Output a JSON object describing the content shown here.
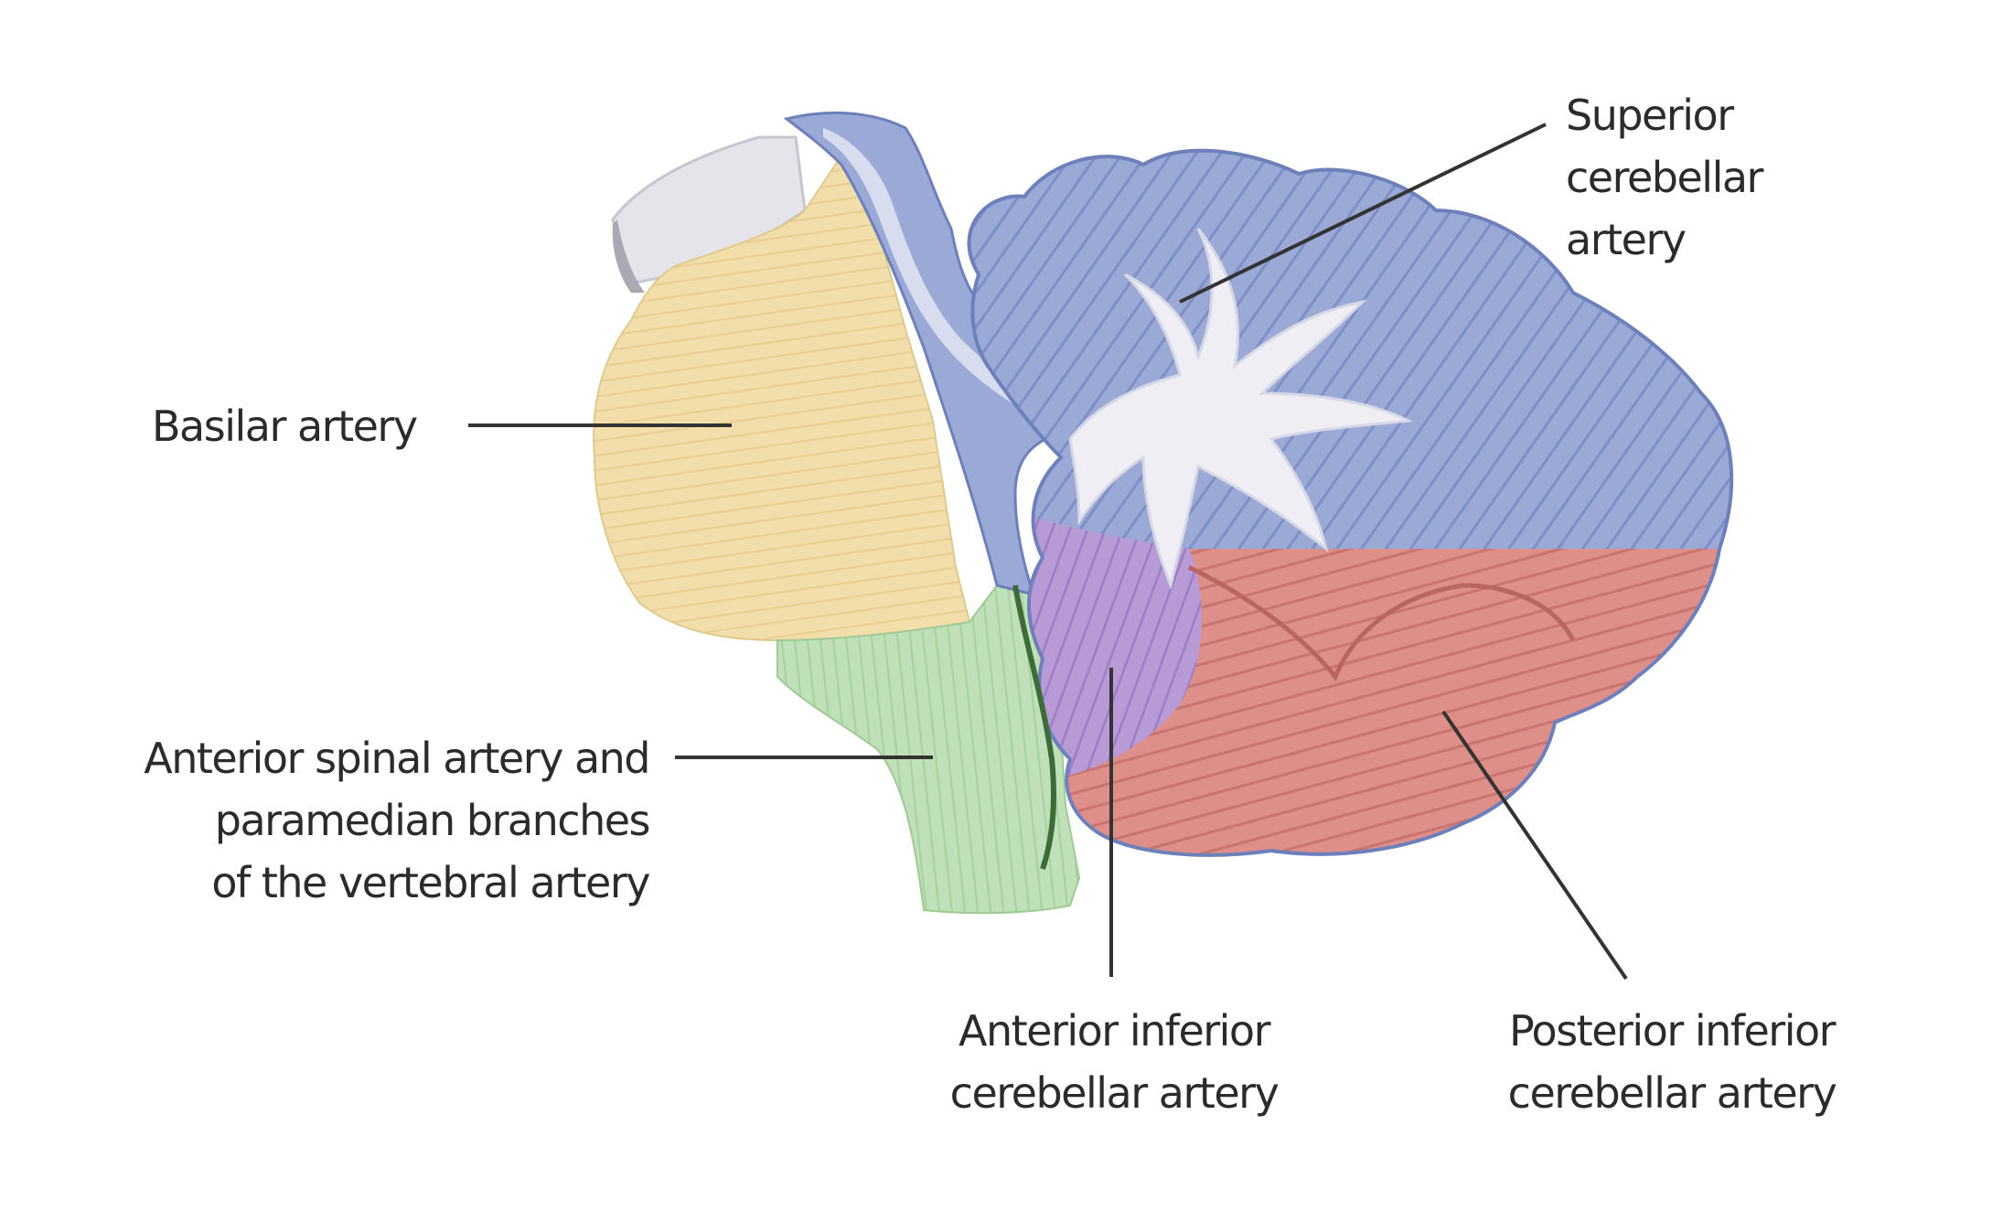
{
  "labels": {
    "superior_cerebellar": [
      "Superior",
      "cerebellar",
      "artery"
    ],
    "basilar": [
      "Basilar artery"
    ],
    "anterior_spinal": [
      "Anterior spinal artery and",
      "paramedian branches",
      "of the vertebral artery"
    ],
    "anterior_inferior_cerebellar": [
      "Anterior inferior",
      "cerebellar artery"
    ],
    "posterior_inferior_cerebellar": [
      "Posterior inferior",
      "cerebellar artery"
    ]
  },
  "colors": {
    "superior_cerebellar_territory": "#9aa9d6",
    "basilar_territory": "#f1deaa",
    "anterior_spinal_territory": "#bfe0b8",
    "anterior_inferior_cerebellar_territory": "#b79ad6",
    "posterior_inferior_cerebellar_territory": "#df8f8a",
    "leader_line": "#333333"
  }
}
